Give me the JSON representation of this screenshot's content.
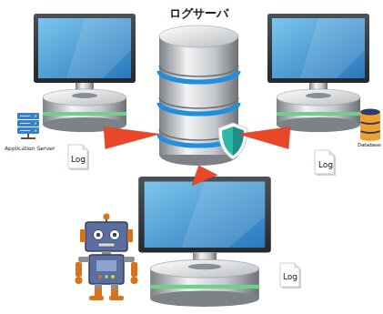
{
  "diagram": {
    "nodes": [
      {
        "text": [
          "ログサーバ"
        ]
      },
      {
        "text": [
          "Application Server",
          "Log"
        ]
      },
      {
        "text": [
          "Database",
          "Log"
        ]
      },
      {
        "text": [
          "Log"
        ]
      }
    ],
    "edges": [
      {
        "from": 1,
        "to": 0,
        "arrow": "to"
      },
      {
        "from": 2,
        "to": 0,
        "arrow": "to"
      },
      {
        "from": 3,
        "to": 0,
        "arrow": "to"
      }
    ]
  }
}
